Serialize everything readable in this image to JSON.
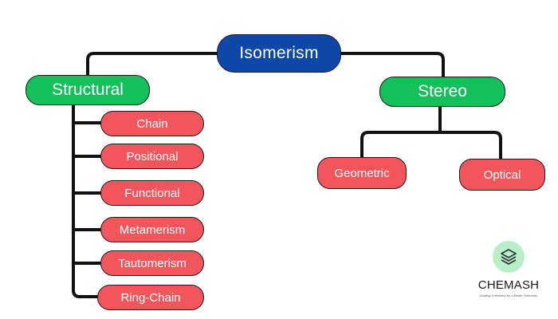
{
  "diagram": {
    "root": {
      "label": "Isomerism"
    },
    "structural": {
      "label": "Structural",
      "children": [
        "Chain",
        "Positional",
        "Functional",
        "Metamerism",
        "Tautomerism",
        "Ring-Chain"
      ]
    },
    "stereo": {
      "label": "Stereo",
      "children": [
        "Geometric",
        "Optical"
      ]
    }
  },
  "logo": {
    "name": "CHEMASH",
    "tagline": "Guiding Chemistry for a Better Tomorrow",
    "icon": "layers-stack-icon"
  },
  "colors": {
    "root": "#0e47a8",
    "category": "#13c05a",
    "leaf": "#f2565c",
    "connector": "#111111",
    "logo_circle": "#b8efc8"
  }
}
